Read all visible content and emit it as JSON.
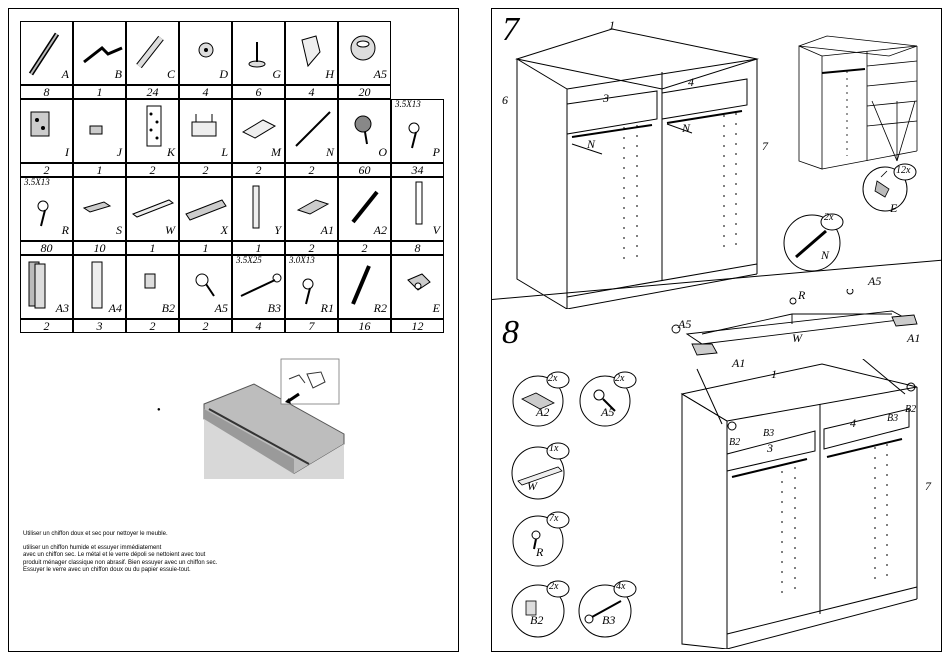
{
  "parts_rows": [
    [
      {
        "code": "A",
        "spec": "",
        "icon": "cam-bolt-icon"
      },
      {
        "code": "B",
        "spec": "",
        "icon": "hex-key-icon"
      },
      {
        "code": "C",
        "spec": "",
        "icon": "wood-dowel-icon"
      },
      {
        "code": "D",
        "spec": "",
        "icon": "round-disc-icon"
      },
      {
        "code": "G",
        "spec": "",
        "icon": "furniture-glide-icon"
      },
      {
        "code": "H",
        "spec": "",
        "icon": "shelf-bracket-icon"
      },
      {
        "code": "A5",
        "spec": "",
        "icon": "cam-lock-icon"
      }
    ],
    [
      {
        "code": "I",
        "spec": "",
        "icon": "hinge-plate-icon"
      },
      {
        "code": "J",
        "spec": "",
        "icon": "clip-icon"
      },
      {
        "code": "K",
        "spec": "",
        "icon": "perforated-plate-icon"
      },
      {
        "code": "L",
        "spec": "",
        "icon": "mounting-bracket-icon"
      },
      {
        "code": "M",
        "spec": "",
        "icon": "angle-bracket-icon"
      },
      {
        "code": "N",
        "spec": "",
        "icon": "rod-icon"
      },
      {
        "code": "O",
        "spec": "",
        "icon": "round-nut-icon"
      },
      {
        "code": "P",
        "spec": "3.5X13",
        "icon": "screw-icon"
      }
    ],
    [
      {
        "code": "R",
        "spec": "3.5X13",
        "icon": "screw-icon"
      },
      {
        "code": "S",
        "spec": "",
        "icon": "small-plate-icon"
      },
      {
        "code": "W",
        "spec": "",
        "icon": "rail-icon"
      },
      {
        "code": "X",
        "spec": "",
        "icon": "track-icon"
      },
      {
        "code": "Y",
        "spec": "",
        "icon": "post-icon"
      },
      {
        "code": "A1",
        "spec": "",
        "icon": "guide-block-icon"
      },
      {
        "code": "A2",
        "spec": "",
        "icon": "long-pin-icon"
      },
      {
        "code": "V",
        "spec": "",
        "icon": "strip-icon"
      }
    ],
    [
      {
        "code": "A3",
        "spec": "",
        "icon": "panel-stack-icon"
      },
      {
        "code": "A4",
        "spec": "",
        "icon": "channel-icon"
      },
      {
        "code": "B2",
        "spec": "",
        "icon": "stopper-icon"
      },
      {
        "code": "A5",
        "spec": "",
        "icon": "washer-screw-icon"
      },
      {
        "code": "B3",
        "spec": "3.5X25",
        "icon": "long-screw-icon"
      },
      {
        "code": "R1",
        "spec": "3.0X13",
        "icon": "screw-icon"
      },
      {
        "code": "R2",
        "spec": "",
        "icon": "bolt-icon"
      },
      {
        "code": "E",
        "spec": "",
        "icon": "roller-icon"
      }
    ]
  ],
  "quantities": [
    [
      "8",
      "1",
      "24",
      "4",
      "6",
      "4",
      "20"
    ],
    [
      "2",
      "1",
      "2",
      "2",
      "2",
      "2",
      "60",
      "34"
    ],
    [
      "80",
      "10",
      "1",
      "1",
      "1",
      "2",
      "2",
      "8"
    ],
    [
      "2",
      "3",
      "2",
      "2",
      "4",
      "7",
      "16",
      "12"
    ]
  ],
  "care_text": [
    "Utiliser un chiffon doux et sec pour nettoyer le meuble.",
    "utiliser un chiffon humide et essuyer immédiatement\navec un chiffon sec. Le métal et le verre dépoli se nettoient avec tout\nproduit ménager classique non abrasif. Bien essuyer avec un chiffon sec.\nEssuyer le verre avec un chiffon doux ou du papier essuie-tout."
  ],
  "step7": {
    "number": "7",
    "labels": {
      "l1": "1",
      "l4": "4",
      "l3": "3",
      "l6": "6",
      "l7": "7",
      "n1": "N",
      "n2": "N"
    },
    "callout_e_count": "12x",
    "callout_e_label": "E",
    "callout_n_count": "2x",
    "callout_n_label": "N"
  },
  "step8": {
    "number": "8",
    "top_labels": {
      "r": "R",
      "a5a": "A5",
      "a5b": "A5",
      "w": "W",
      "a1a": "A1",
      "a1b": "A1"
    },
    "cab_labels": {
      "l1": "1",
      "l4": "4",
      "l3": "3",
      "l7": "7",
      "b2a": "B2",
      "b3a": "B3",
      "b3b": "B3",
      "b2b": "B2"
    },
    "callouts": [
      {
        "count": "2x",
        "label": "A2"
      },
      {
        "count": "2x",
        "label": "A5"
      },
      {
        "count": "1x",
        "label": "W"
      },
      {
        "count": "7x",
        "label": "R"
      },
      {
        "count": "2x",
        "label": "B2"
      },
      {
        "count": "4x",
        "label": "B3"
      }
    ]
  }
}
